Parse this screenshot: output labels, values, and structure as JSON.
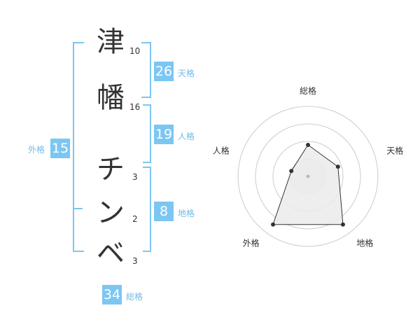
{
  "name_chars": [
    {
      "char": "津",
      "strokes": "10"
    },
    {
      "char": "幡",
      "strokes": "16"
    },
    {
      "char": "チ",
      "strokes": "3"
    },
    {
      "char": "ン",
      "strokes": "2"
    },
    {
      "char": "ベ",
      "strokes": "3"
    }
  ],
  "kaku": {
    "tenkaku": {
      "value": "26",
      "label": "天格"
    },
    "jinkaku": {
      "value": "19",
      "label": "人格"
    },
    "chikaku": {
      "value": "8",
      "label": "地格"
    },
    "gaikaku": {
      "value": "15",
      "label": "外格"
    },
    "soukaku": {
      "value": "34",
      "label": "総格"
    }
  },
  "chart_data": {
    "type": "radar",
    "axes": [
      "総格",
      "天格",
      "地格",
      "外格",
      "人格"
    ],
    "values": [
      0.45,
      0.45,
      0.85,
      0.85,
      0.25
    ],
    "range": [
      0,
      1
    ],
    "rings": 4,
    "colors": {
      "fill": "#ebebeb",
      "stroke": "#333333",
      "grid": "#cccccc",
      "point": "#333333"
    }
  },
  "colors": {
    "accent": "#7cc6f2"
  }
}
